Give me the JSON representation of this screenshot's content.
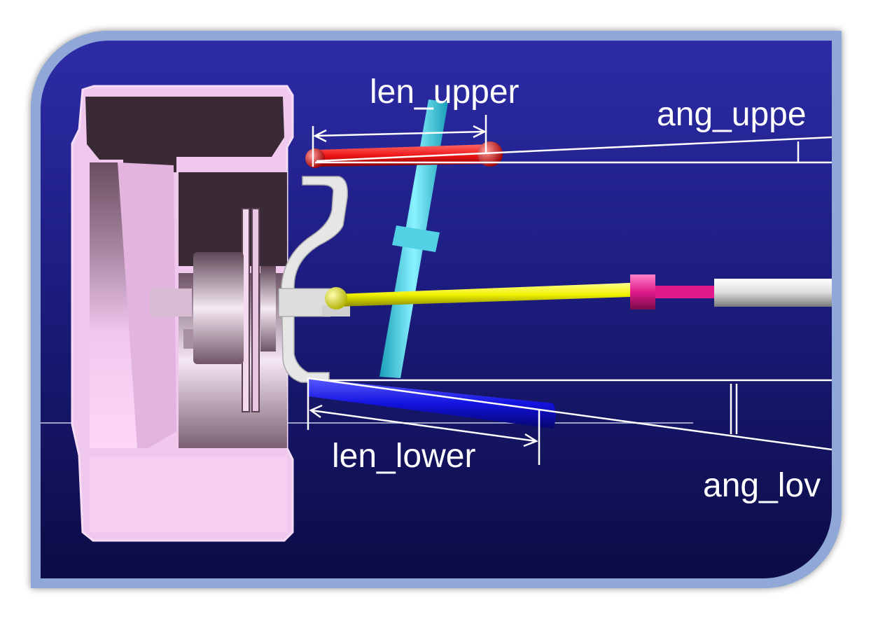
{
  "labels": {
    "len_upper": "len_upper",
    "ang_upper": "ang_uppe",
    "len_lower": "len_lower",
    "ang_lower": "ang_lov"
  },
  "colors": {
    "background_top": "#2d2ca6",
    "background_bottom": "#0c0c46",
    "frame": "#8fa8d8",
    "upper_arm": "#e01010",
    "lower_arm": "#1010d0",
    "tie_rod": "#f0f000",
    "tie_rod_end": "#e0208a",
    "steering_rack": "#e8e8e8",
    "strut": "#40d8e8",
    "wheel": "#f0c8ee",
    "upright": "#e6e6e6",
    "dimension_lines": "#ffffff"
  },
  "icons": [
    "wheel-icon",
    "upright-icon",
    "strut-icon",
    "ball-joint-icon"
  ]
}
